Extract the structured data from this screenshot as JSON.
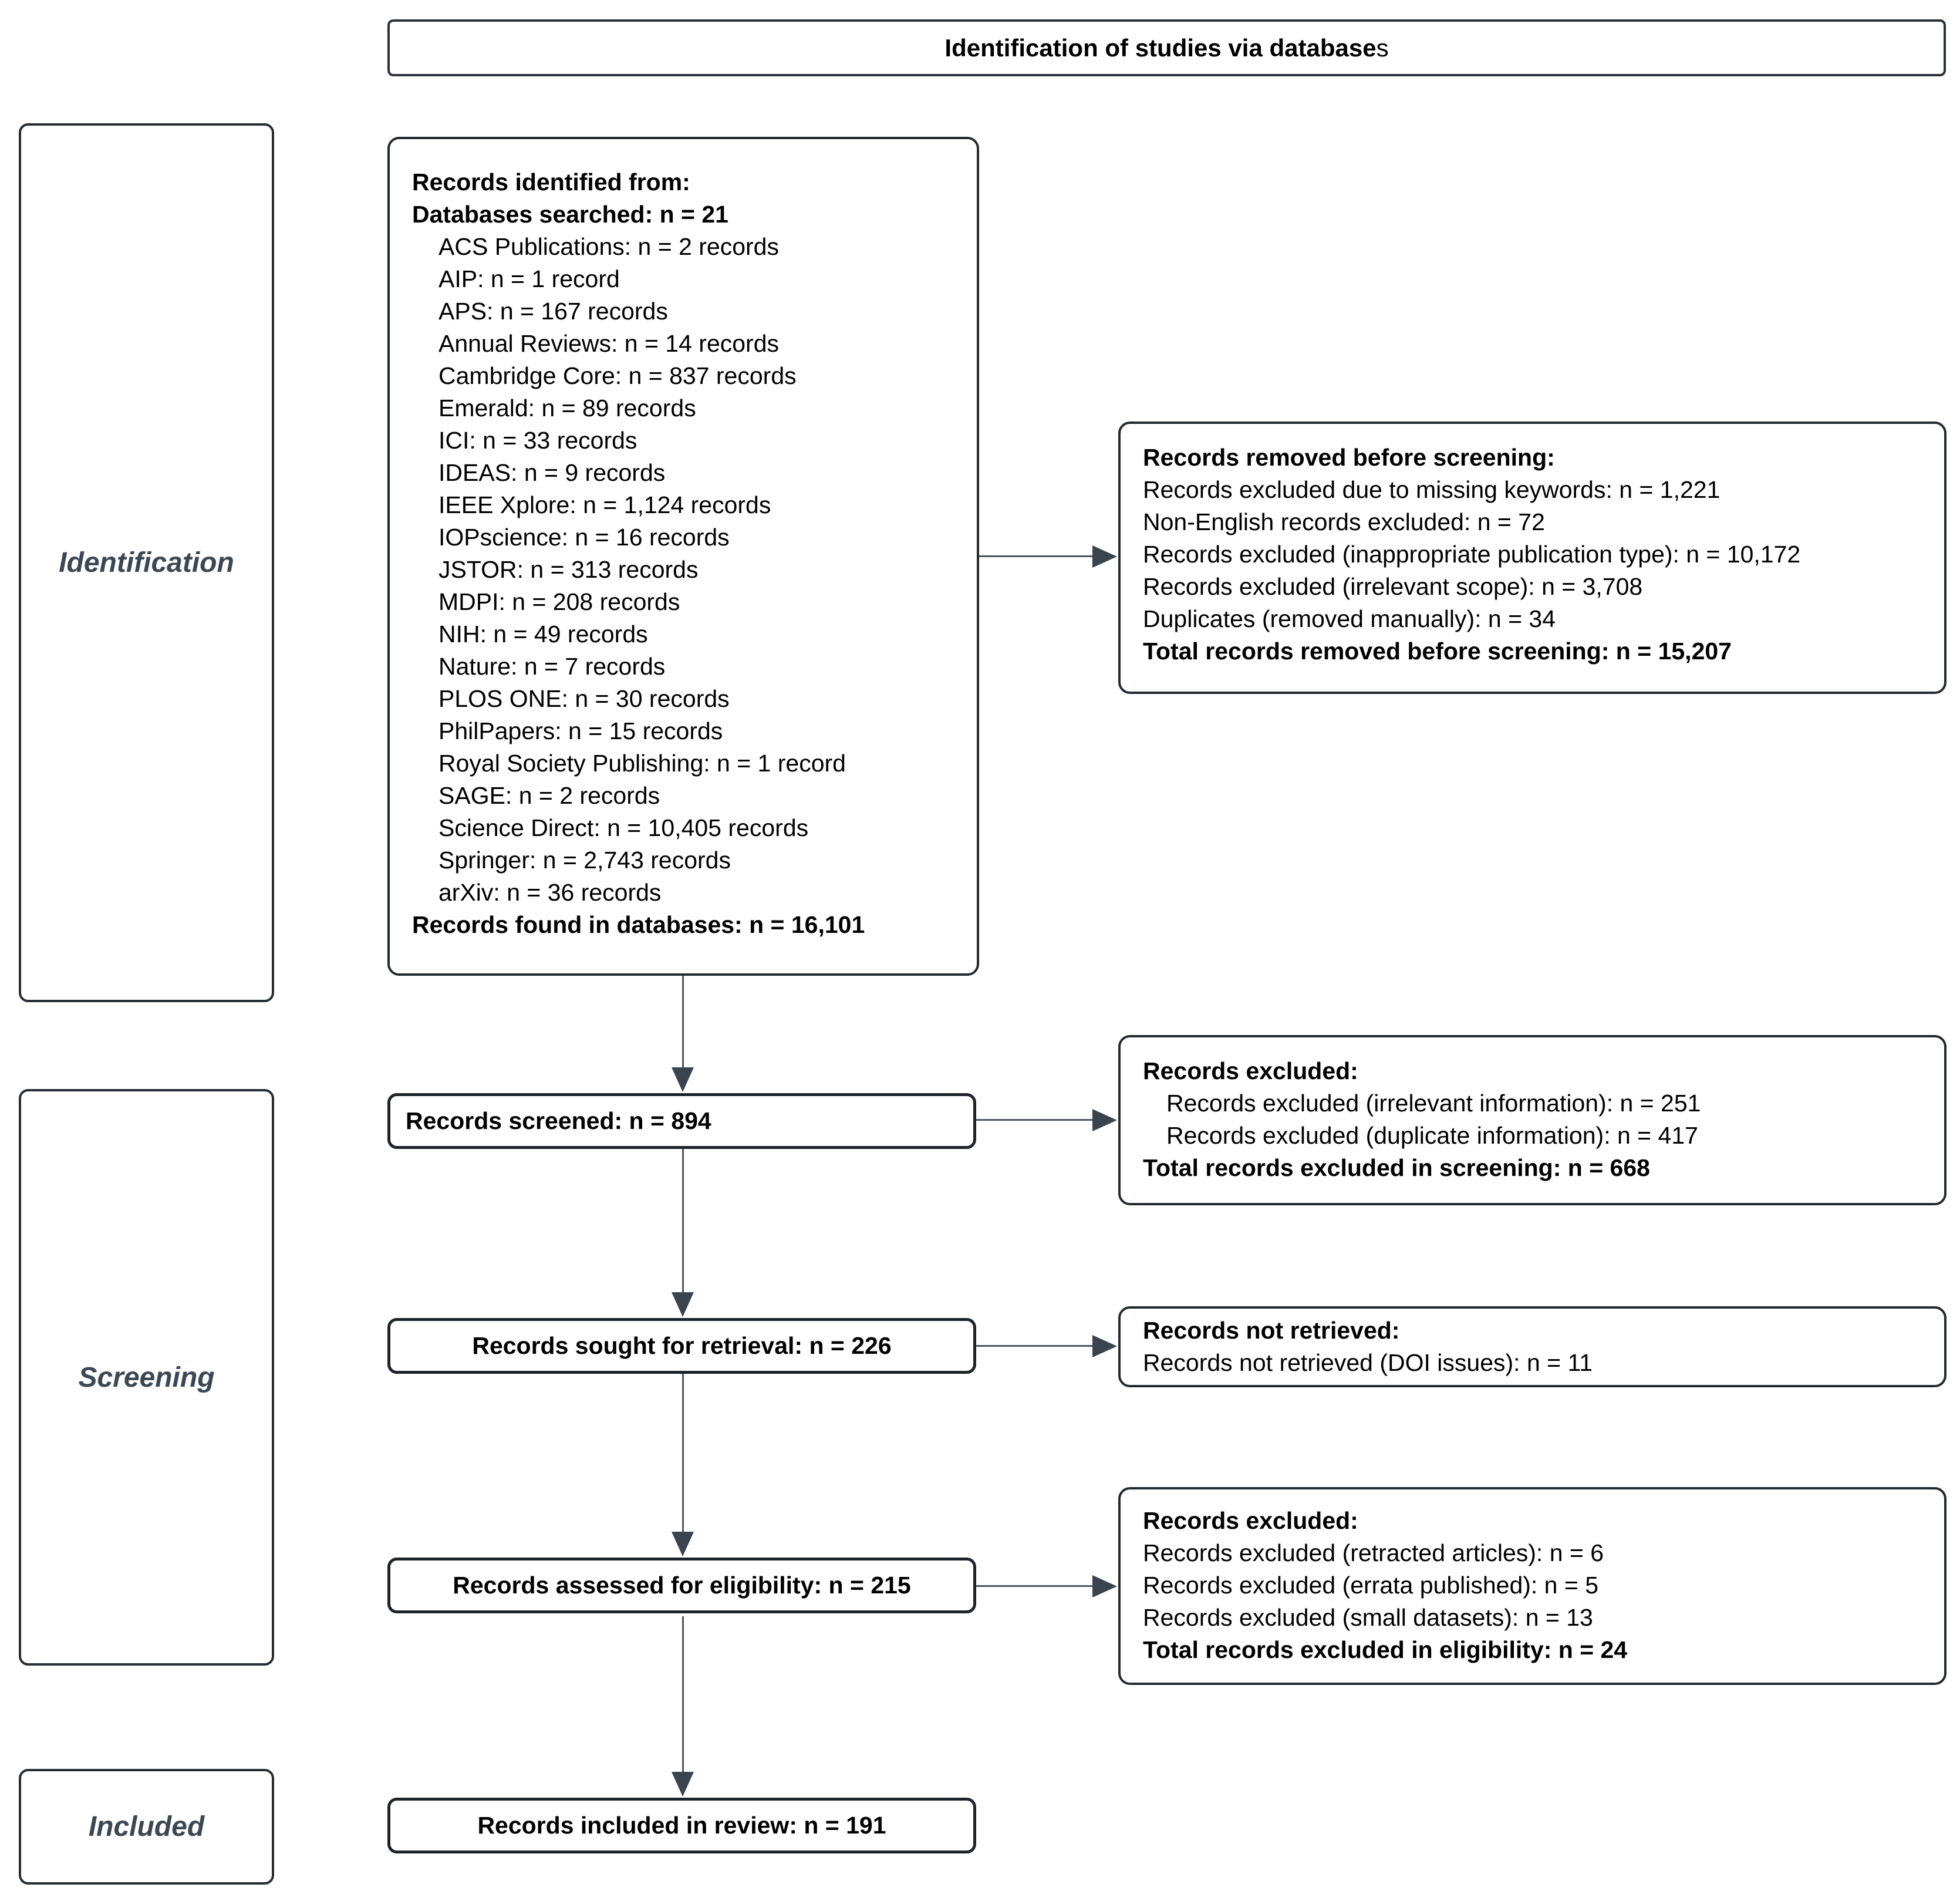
{
  "title": {
    "bold": "Identification of studies via database",
    "suffix": "s"
  },
  "stages": [
    {
      "label": "Identification"
    },
    {
      "label": "Screening"
    },
    {
      "label": "Included"
    }
  ],
  "boxes": {
    "identified": {
      "line1": "Records identified from:",
      "line2": "Databases searched: n = 21",
      "databases": [
        "ACS Publications: n = 2 records",
        "AIP: n = 1 record",
        "APS: n = 167 records",
        "Annual Reviews: n = 14 records",
        "Cambridge Core: n = 837 records",
        "Emerald: n = 89 records",
        "ICI: n = 33 records",
        "IDEAS: n = 9 records",
        "IEEE Xplore: n = 1,124 records",
        "IOPscience: n = 16 records",
        "JSTOR: n = 313 records",
        "MDPI: n = 208 records",
        "NIH: n = 49 records",
        "Nature: n = 7 records",
        "PLOS ONE: n = 30 records",
        "PhilPapers: n = 15 records",
        "Royal Society Publishing: n = 1 record",
        "SAGE: n = 2 records",
        "Science Direct: n = 10,405 records",
        "Springer: n = 2,743 records",
        "arXiv: n = 36 records"
      ],
      "footer": "Records found in databases: n = 16,101"
    },
    "removed_before_screening": {
      "heading": "Records removed before screening:",
      "lines": [
        "Records excluded due to missing keywords: n = 1,221",
        "Non-English records excluded: n = 72",
        "Records excluded (inappropriate publication type): n = 10,172",
        "Records excluded (irrelevant scope): n = 3,708",
        "Duplicates (removed manually): n = 34"
      ],
      "footer": "Total records removed before screening: n = 15,207"
    },
    "screened": {
      "label": "Records screened: n = 894"
    },
    "excluded_screening": {
      "heading": "Records excluded:",
      "lines": [
        "Records excluded (irrelevant information): n = 251",
        "Records excluded (duplicate information): n = 417"
      ],
      "footer": "Total records excluded in screening: n = 668"
    },
    "sought": {
      "label": "Records sought for retrieval: n = 226"
    },
    "not_retrieved": {
      "heading": "Records not retrieved:",
      "lines": [
        "Records not retrieved (DOI issues): n = 11"
      ]
    },
    "assessed": {
      "label": "Records assessed for eligibility: n = 215"
    },
    "excluded_eligibility": {
      "heading": "Records excluded:",
      "lines": [
        "Records excluded (retracted articles): n = 6",
        "Records excluded (errata published): n = 5",
        "Records excluded (small datasets): n = 13"
      ],
      "footer": "Total records excluded in eligibility: n = 24"
    },
    "included": {
      "label": "Records included in review: n = 191"
    }
  },
  "colors": {
    "background": "#ffffff",
    "box_border": "#23292f",
    "mini_box_border": "#1d232a",
    "connector_line": "#4c555e",
    "arrowhead": "#3a444e",
    "stage_label_text": "#3c4754",
    "body_text": "#000000"
  }
}
